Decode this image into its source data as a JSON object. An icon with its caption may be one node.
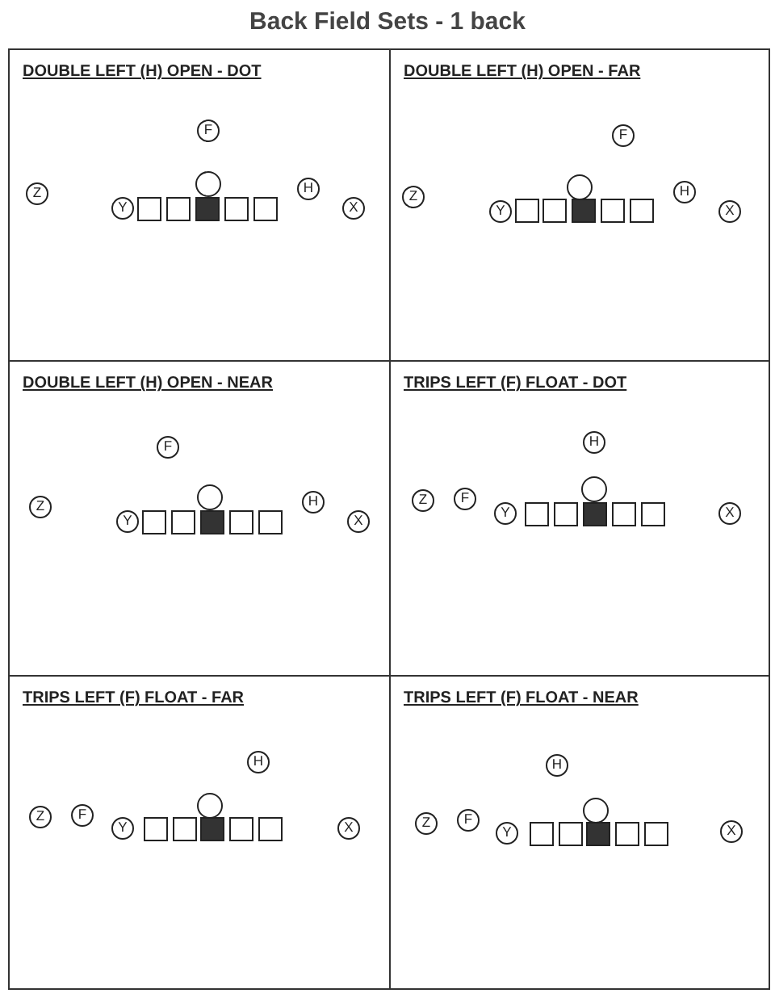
{
  "diagram": {
    "title": "Back Field Sets - 1 back",
    "nodes": [
      {
        "text": [
          "DOUBLE LEFT (H) OPEN - DOT"
        ]
      },
      {
        "text": [
          "F"
        ],
        "in": 0
      },
      {
        "text": [],
        "shape": "circle",
        "in": 0
      },
      {
        "text": [
          "Z"
        ],
        "in": 0
      },
      {
        "text": [
          "Y"
        ],
        "in": 0
      },
      {
        "text": [],
        "shape": "box",
        "in": 0
      },
      {
        "text": [],
        "shape": "box",
        "in": 0
      },
      {
        "text": [],
        "shape": "box",
        "in": 0
      },
      {
        "text": [],
        "shape": "box",
        "in": 0
      },
      {
        "text": [],
        "shape": "box",
        "in": 0
      },
      {
        "text": [
          "H"
        ],
        "in": 0
      },
      {
        "text": [
          "X"
        ],
        "in": 0
      },
      {
        "text": [
          "DOUBLE LEFT (H) OPEN - FAR"
        ]
      },
      {
        "text": [
          "F"
        ],
        "in": 12
      },
      {
        "text": [],
        "shape": "circle",
        "in": 12
      },
      {
        "text": [
          "Z"
        ],
        "in": 12
      },
      {
        "text": [
          "Y"
        ],
        "in": 12
      },
      {
        "text": [],
        "shape": "box",
        "in": 12
      },
      {
        "text": [],
        "shape": "box",
        "in": 12
      },
      {
        "text": [],
        "shape": "box",
        "in": 12
      },
      {
        "text": [],
        "shape": "box",
        "in": 12
      },
      {
        "text": [],
        "shape": "box",
        "in": 12
      },
      {
        "text": [
          "H"
        ],
        "in": 12
      },
      {
        "text": [
          "X"
        ],
        "in": 12
      },
      {
        "text": [
          "DOUBLE LEFT (H) OPEN - NEAR"
        ]
      },
      {
        "text": [
          "F"
        ],
        "in": 24
      },
      {
        "text": [],
        "shape": "circle",
        "in": 24
      },
      {
        "text": [
          "Z"
        ],
        "in": 24
      },
      {
        "text": [
          "Y"
        ],
        "in": 24
      },
      {
        "text": [],
        "shape": "box",
        "in": 24
      },
      {
        "text": [],
        "shape": "box",
        "in": 24
      },
      {
        "text": [],
        "shape": "box",
        "in": 24
      },
      {
        "text": [],
        "shape": "box",
        "in": 24
      },
      {
        "text": [],
        "shape": "box",
        "in": 24
      },
      {
        "text": [
          "H"
        ],
        "in": 24
      },
      {
        "text": [
          "X"
        ],
        "in": 24
      },
      {
        "text": [
          "TRIPS LEFT (F) FLOAT - DOT"
        ]
      },
      {
        "text": [
          "H"
        ],
        "in": 36
      },
      {
        "text": [],
        "shape": "circle",
        "in": 36
      },
      {
        "text": [
          "Z"
        ],
        "in": 36
      },
      {
        "text": [
          "F"
        ],
        "in": 36
      },
      {
        "text": [
          "Y"
        ],
        "in": 36
      },
      {
        "text": [],
        "shape": "box",
        "in": 36
      },
      {
        "text": [],
        "shape": "box",
        "in": 36
      },
      {
        "text": [],
        "shape": "box",
        "in": 36
      },
      {
        "text": [],
        "shape": "box",
        "in": 36
      },
      {
        "text": [],
        "shape": "box",
        "in": 36
      },
      {
        "text": [
          "X"
        ],
        "in": 36
      },
      {
        "text": [
          "TRIPS LEFT (F) FLOAT - FAR"
        ]
      },
      {
        "text": [
          "H"
        ],
        "in": 48
      },
      {
        "text": [],
        "shape": "circle",
        "in": 48
      },
      {
        "text": [
          "Z"
        ],
        "in": 48
      },
      {
        "text": [
          "F"
        ],
        "in": 48
      },
      {
        "text": [
          "Y"
        ],
        "in": 48
      },
      {
        "text": [],
        "shape": "box",
        "in": 48
      },
      {
        "text": [],
        "shape": "box",
        "in": 48
      },
      {
        "text": [],
        "shape": "box",
        "in": 48
      },
      {
        "text": [],
        "shape": "box",
        "in": 48
      },
      {
        "text": [],
        "shape": "box",
        "in": 48
      },
      {
        "text": [
          "X"
        ],
        "in": 48
      },
      {
        "text": [
          "TRIPS LEFT (F) FLOAT - NEAR"
        ]
      },
      {
        "text": [
          "H"
        ],
        "in": 60
      },
      {
        "text": [],
        "shape": "circle",
        "in": 60
      },
      {
        "text": [
          "Z"
        ],
        "in": 60
      },
      {
        "text": [
          "F"
        ],
        "in": 60
      },
      {
        "text": [
          "Y"
        ],
        "in": 60
      },
      {
        "text": [],
        "shape": "box",
        "in": 60
      },
      {
        "text": [],
        "shape": "box",
        "in": 60
      },
      {
        "text": [],
        "shape": "box",
        "in": 60
      },
      {
        "text": [],
        "shape": "box",
        "in": 60
      },
      {
        "text": [],
        "shape": "box",
        "in": 60
      },
      {
        "text": [
          "X"
        ],
        "in": 60
      }
    ]
  }
}
